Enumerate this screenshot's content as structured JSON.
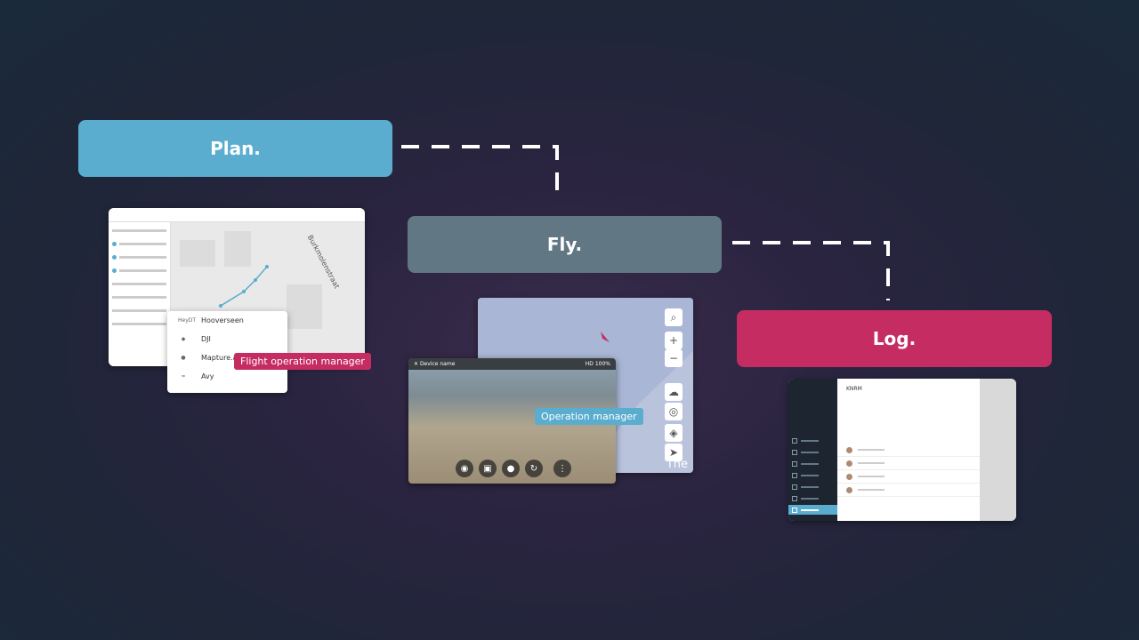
{
  "stages": {
    "plan": "Plan.",
    "fly": "Fly.",
    "log": "Log."
  },
  "colors": {
    "plan": "#5aadce",
    "fly": "#617784",
    "log": "#c52d62"
  },
  "plan_screen": {
    "street_label": "Burkmolenstraat",
    "dropdown_items": [
      {
        "logo": "HeyDT",
        "label": "Hooverseen"
      },
      {
        "logo": "dji-logo-icon",
        "label": "DJI"
      },
      {
        "logo": "mapture-logo-icon",
        "label": "Mapture.ai"
      },
      {
        "logo": "avy-logo-icon",
        "label": "Avy"
      }
    ],
    "tag": "Flight operation manager"
  },
  "fly_screen": {
    "device_name": "Device name",
    "status_hd": "HD",
    "status_battery": "100%",
    "tag": "Operation manager",
    "map_text": "The"
  },
  "log_screen": {
    "title": "KNRM"
  }
}
